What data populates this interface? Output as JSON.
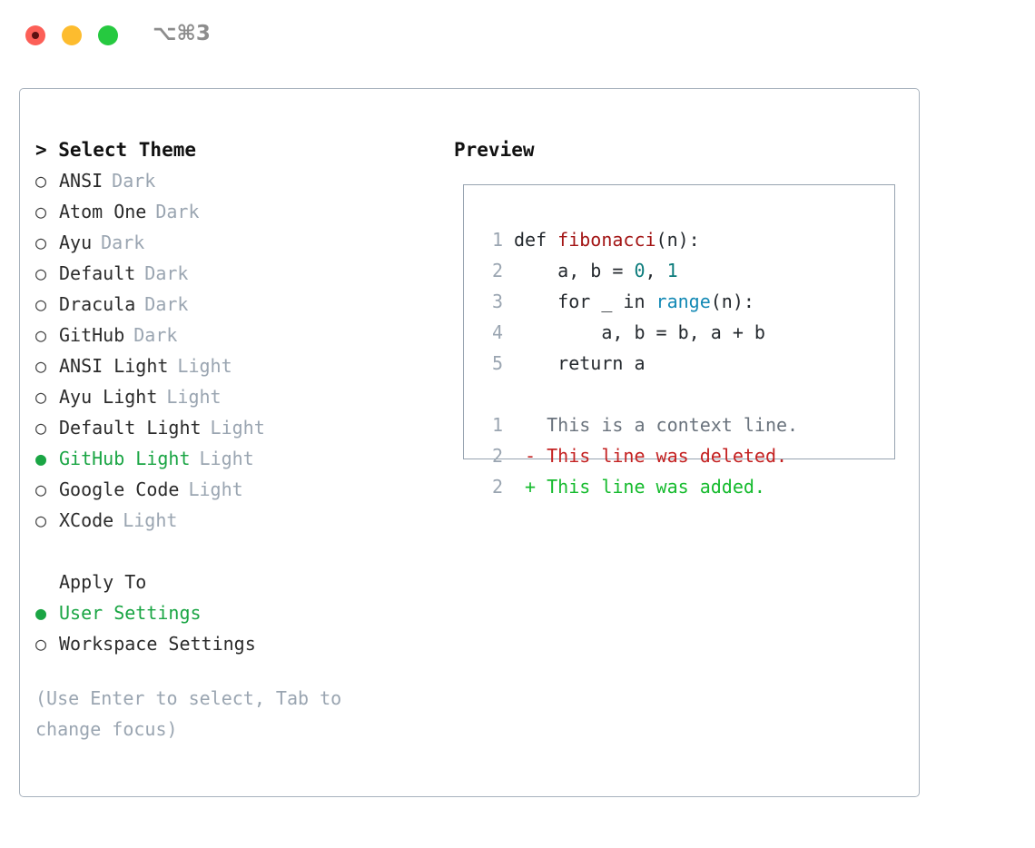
{
  "window": {
    "title": "⌥⌘3",
    "traffic_lights": [
      {
        "name": "close",
        "color": "#fc5f57"
      },
      {
        "name": "minimize",
        "color": "#fdbc2e"
      },
      {
        "name": "maximize",
        "color": "#26c940"
      }
    ]
  },
  "theme_panel": {
    "heading": "> Select Theme",
    "items": [
      {
        "marker": "○",
        "label": "ANSI",
        "tag": "Dark",
        "selected": false
      },
      {
        "marker": "○",
        "label": "Atom One",
        "tag": "Dark",
        "selected": false
      },
      {
        "marker": "○",
        "label": "Ayu",
        "tag": "Dark",
        "selected": false
      },
      {
        "marker": "○",
        "label": "Default",
        "tag": "Dark",
        "selected": false
      },
      {
        "marker": "○",
        "label": "Dracula",
        "tag": "Dark",
        "selected": false
      },
      {
        "marker": "○",
        "label": "GitHub",
        "tag": "Dark",
        "selected": false
      },
      {
        "marker": "○",
        "label": "ANSI Light",
        "tag": "Light",
        "selected": false
      },
      {
        "marker": "○",
        "label": "Ayu Light",
        "tag": "Light",
        "selected": false
      },
      {
        "marker": "○",
        "label": "Default Light",
        "tag": "Light",
        "selected": false
      },
      {
        "marker": "●",
        "label": "GitHub Light",
        "tag": "Light",
        "selected": true
      },
      {
        "marker": "○",
        "label": "Google Code",
        "tag": "Light",
        "selected": false
      },
      {
        "marker": "○",
        "label": "XCode",
        "tag": "Light",
        "selected": false
      }
    ]
  },
  "apply_to": {
    "heading": "Apply To",
    "items": [
      {
        "marker": "●",
        "label": "User Settings",
        "selected": true
      },
      {
        "marker": "○",
        "label": "Workspace Settings",
        "selected": false
      }
    ]
  },
  "hint": "(Use Enter to select, Tab to change focus)",
  "preview": {
    "heading": "Preview",
    "code_lines": [
      {
        "number": "1",
        "segments": [
          {
            "text": "def ",
            "style": "plain"
          },
          {
            "text": "fibonacci",
            "style": "func"
          },
          {
            "text": "(n):",
            "style": "plain"
          }
        ]
      },
      {
        "number": "2",
        "segments": [
          {
            "text": "    a, b = ",
            "style": "plain"
          },
          {
            "text": "0",
            "style": "num"
          },
          {
            "text": ", ",
            "style": "plain"
          },
          {
            "text": "1",
            "style": "num"
          }
        ]
      },
      {
        "number": "3",
        "segments": [
          {
            "text": "    for _ in ",
            "style": "plain"
          },
          {
            "text": "range",
            "style": "builtin"
          },
          {
            "text": "(n):",
            "style": "plain"
          }
        ]
      },
      {
        "number": "4",
        "segments": [
          {
            "text": "        a, b = b, a + b",
            "style": "plain"
          }
        ]
      },
      {
        "number": "5",
        "segments": [
          {
            "text": "    return a",
            "style": "plain"
          }
        ]
      }
    ],
    "diff_lines": [
      {
        "number": "1",
        "segments": [
          {
            "text": "   This is a context line.",
            "style": "ctx"
          }
        ]
      },
      {
        "number": "2",
        "segments": [
          {
            "text": " - This line was deleted.",
            "style": "del"
          }
        ]
      },
      {
        "number": "2",
        "segments": [
          {
            "text": " + This line was added.",
            "style": "add"
          }
        ]
      }
    ]
  },
  "colors": {
    "accent_green": "#1aa544",
    "muted": "#9aa5b1",
    "border": "#97a3b0",
    "func_red": "#a31515",
    "number_teal": "#0b7b7b",
    "builtin_blue": "#1389b5",
    "diff_del": "#c42222",
    "diff_add": "#16bb2e"
  }
}
